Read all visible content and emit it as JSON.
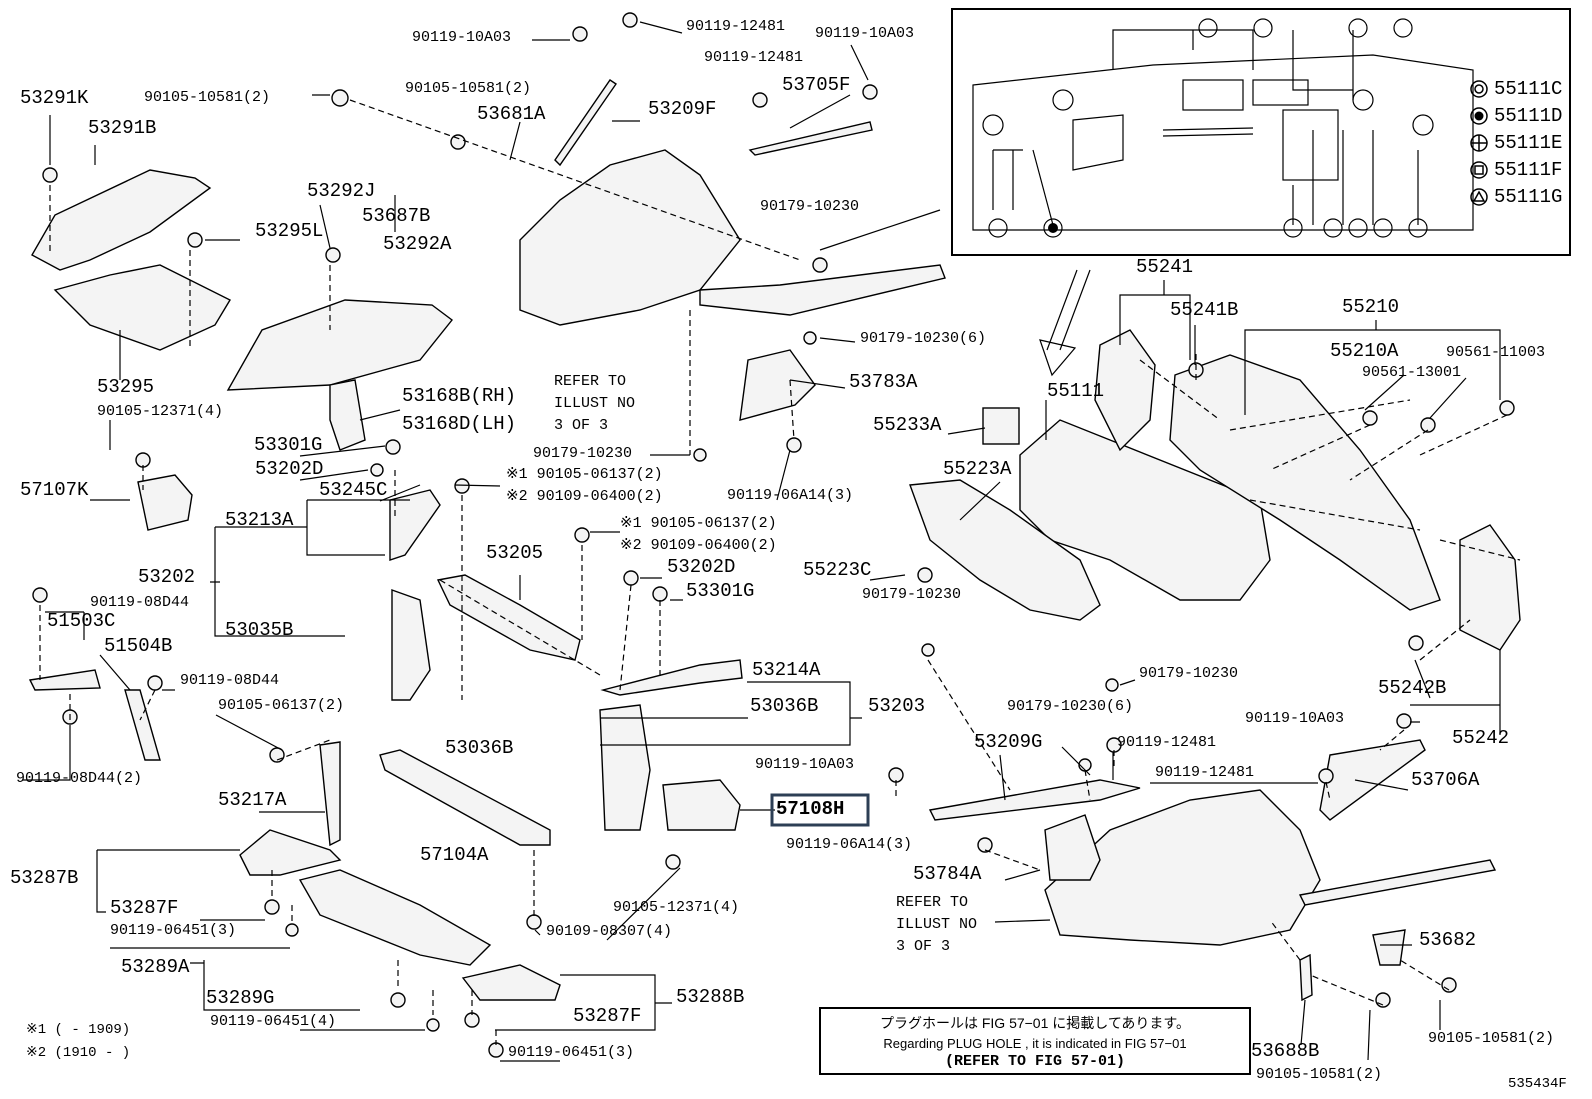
{
  "legend": [
    {
      "code": "55111C",
      "symbol": "double-circle-icon"
    },
    {
      "code": "55111D",
      "symbol": "filled-circle-icon"
    },
    {
      "code": "55111E",
      "symbol": "circle-cross-icon"
    },
    {
      "code": "55111F",
      "symbol": "circle-square-icon"
    },
    {
      "code": "55111G",
      "symbol": "circle-triangle-icon"
    }
  ],
  "labels": [
    [
      "53291K",
      20,
      103,
      "big"
    ],
    [
      "53291B",
      88,
      133,
      "big"
    ],
    [
      "90105-10581(2)",
      144,
      101,
      "sm"
    ],
    [
      "90119-10A03",
      412,
      41,
      "sm"
    ],
    [
      "90119-12481",
      686,
      30,
      "sm"
    ],
    [
      "90119-10A03",
      815,
      37,
      "sm"
    ],
    [
      "90105-10581(2)",
      405,
      92,
      "sm"
    ],
    [
      "90119-12481",
      704,
      61,
      "sm"
    ],
    [
      "53705F",
      782,
      90,
      "big"
    ],
    [
      "53681A",
      477,
      119,
      "big"
    ],
    [
      "53209F",
      648,
      114,
      "big"
    ],
    [
      "53292J",
      307,
      196,
      "big"
    ],
    [
      "53687B",
      362,
      221,
      "big"
    ],
    [
      "90179-10230",
      760,
      210,
      "sm"
    ],
    [
      "53295L",
      255,
      236,
      "big"
    ],
    [
      "53292A",
      383,
      249,
      "big"
    ],
    [
      "53295",
      97,
      392,
      "big"
    ],
    [
      "90105-12371(4)",
      97,
      415,
      "sm"
    ],
    [
      "REFER TO",
      554,
      385,
      "sm"
    ],
    [
      "ILLUST NO",
      554,
      407,
      "sm"
    ],
    [
      "3 OF 3",
      554,
      429,
      "sm"
    ],
    [
      "90179-10230(6)",
      860,
      342,
      "sm"
    ],
    [
      "53783A",
      849,
      387,
      "big"
    ],
    [
      "53168B(RH)",
      402,
      401,
      "big"
    ],
    [
      "53168D(LH)",
      402,
      429,
      "big"
    ],
    [
      "53301G",
      254,
      450,
      "big"
    ],
    [
      "90179-10230",
      533,
      457,
      "sm"
    ],
    [
      "53202D",
      255,
      474,
      "big"
    ],
    [
      "90119-06A14(3)",
      727,
      499,
      "sm"
    ],
    [
      "57107K",
      20,
      495,
      "big"
    ],
    [
      "53245C",
      319,
      495,
      "big"
    ],
    [
      "※1 90105-06137(2)",
      506,
      478,
      "sm"
    ],
    [
      "※2 90109-06400(2)",
      506,
      500,
      "sm"
    ],
    [
      "53213A",
      225,
      525,
      "big"
    ],
    [
      "※1 90105-06137(2)",
      620,
      527,
      "sm"
    ],
    [
      "※2 90109-06400(2)",
      620,
      549,
      "sm"
    ],
    [
      "53205",
      486,
      558,
      "big"
    ],
    [
      "53202",
      138,
      582,
      "big"
    ],
    [
      "53202D",
      667,
      572,
      "big"
    ],
    [
      "53301G",
      686,
      596,
      "big"
    ],
    [
      "90119-08D44",
      90,
      606,
      "sm"
    ],
    [
      "51503C",
      47,
      626,
      "big"
    ],
    [
      "53035B",
      225,
      635,
      "big"
    ],
    [
      "51504B",
      104,
      651,
      "big"
    ],
    [
      "90119-08D44",
      180,
      684,
      "sm"
    ],
    [
      "53214A",
      752,
      675,
      "big"
    ],
    [
      "90105-06137(2)",
      218,
      709,
      "sm"
    ],
    [
      "53036B",
      750,
      711,
      "big"
    ],
    [
      "53203",
      868,
      711,
      "big"
    ],
    [
      "53036B",
      445,
      753,
      "big"
    ],
    [
      "90119-08D44(2)",
      16,
      782,
      "sm"
    ],
    [
      "90119-10A03",
      755,
      768,
      "sm"
    ],
    [
      "53217A",
      218,
      805,
      "big"
    ],
    [
      "90119-06A14(3)",
      786,
      848,
      "sm"
    ],
    [
      "57104A",
      420,
      860,
      "big"
    ],
    [
      "53287B",
      10,
      883,
      "big"
    ],
    [
      "90105-12371(4)",
      613,
      911,
      "sm"
    ],
    [
      "53287F",
      110,
      913,
      "big"
    ],
    [
      "90119-06451(3)",
      110,
      934,
      "sm"
    ],
    [
      "90109-08307(4)",
      546,
      935,
      "sm"
    ],
    [
      "53289A",
      121,
      972,
      "big"
    ],
    [
      "53288B",
      676,
      1002,
      "big"
    ],
    [
      "53289G",
      206,
      1003,
      "big"
    ],
    [
      "90119-06451(4)",
      210,
      1025,
      "sm"
    ],
    [
      "53287F",
      573,
      1021,
      "big"
    ],
    [
      "90119-06451(3)",
      508,
      1056,
      "sm"
    ],
    [
      "55241",
      1136,
      272,
      "big"
    ],
    [
      "55210",
      1342,
      312,
      "big"
    ],
    [
      "55241B",
      1170,
      315,
      "big"
    ],
    [
      "55210A",
      1330,
      356,
      "big"
    ],
    [
      "90561-11003",
      1446,
      356,
      "sm"
    ],
    [
      "90561-13001",
      1362,
      376,
      "sm"
    ],
    [
      "55111",
      1047,
      396,
      "big"
    ],
    [
      "55233A",
      873,
      430,
      "big"
    ],
    [
      "55223A",
      943,
      474,
      "big"
    ],
    [
      "55223C",
      803,
      575,
      "big"
    ],
    [
      "90179-10230",
      862,
      598,
      "sm"
    ],
    [
      "90179-10230",
      1139,
      677,
      "sm"
    ],
    [
      "55242B",
      1378,
      693,
      "big"
    ],
    [
      "90179-10230(6)",
      1007,
      710,
      "sm"
    ],
    [
      "90119-10A03",
      1245,
      722,
      "sm"
    ],
    [
      "55242",
      1452,
      743,
      "big"
    ],
    [
      "53209G",
      974,
      747,
      "big"
    ],
    [
      "90119-12481",
      1117,
      746,
      "sm"
    ],
    [
      "90119-12481",
      1155,
      776,
      "sm"
    ],
    [
      "53706A",
      1411,
      785,
      "big"
    ],
    [
      "53784A",
      913,
      879,
      "big"
    ],
    [
      "REFER TO",
      896,
      906,
      "sm"
    ],
    [
      "ILLUST NO",
      896,
      928,
      "sm"
    ],
    [
      "3 OF 3",
      896,
      950,
      "sm"
    ],
    [
      "53682",
      1419,
      945,
      "big"
    ],
    [
      "90105-10581(2)",
      1428,
      1042,
      "sm"
    ],
    [
      "53688B",
      1251,
      1056,
      "big"
    ],
    [
      "90105-10581(2)",
      1256,
      1078,
      "sm"
    ]
  ],
  "highlighted_part": "57108H",
  "note": {
    "line1": "プラグホールは FIG 57−01 に掲載してあります。",
    "line2": "Regarding  PLUG  HOLE , it is indicated in FIG  57−01",
    "line3": "(REFER TO FIG 57-01)"
  },
  "footnotes": [
    "※1 (        - 1909)",
    "※2 (1910 -        )"
  ],
  "diagram_id": "535434F"
}
